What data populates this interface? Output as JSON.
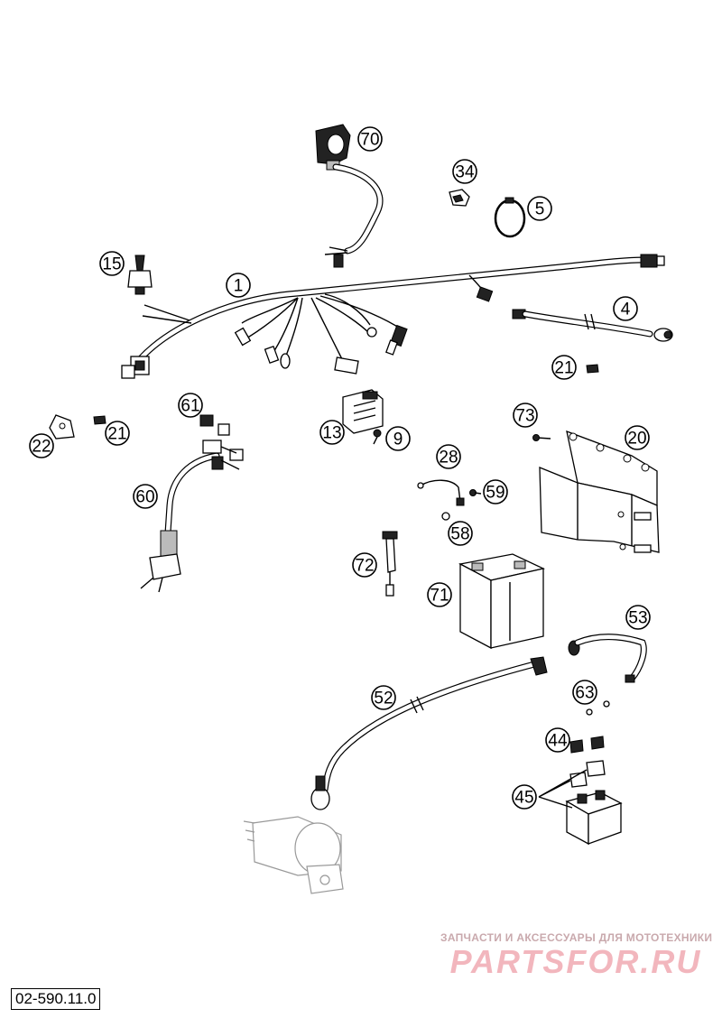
{
  "callouts": {
    "c1": "1",
    "c4": "4",
    "c5": "5",
    "c9": "9",
    "c13": "13",
    "c15": "15",
    "c20": "20",
    "c21a": "21",
    "c21b": "21",
    "c22": "22",
    "c28": "28",
    "c34": "34",
    "c44": "44",
    "c45": "45",
    "c52": "52",
    "c53": "53",
    "c58": "58",
    "c59": "59",
    "c60": "60",
    "c61": "61",
    "c63": "63",
    "c70": "70",
    "c71": "71",
    "c72": "72",
    "c73": "73"
  },
  "part_number": "02-590.11.0",
  "watermark": {
    "tagline": "ЗАПЧАСТИ И АКСЕССУАРЫ ДЛЯ МОТОТЕХНИКИ",
    "brand": "PARTSFOR.RU"
  }
}
